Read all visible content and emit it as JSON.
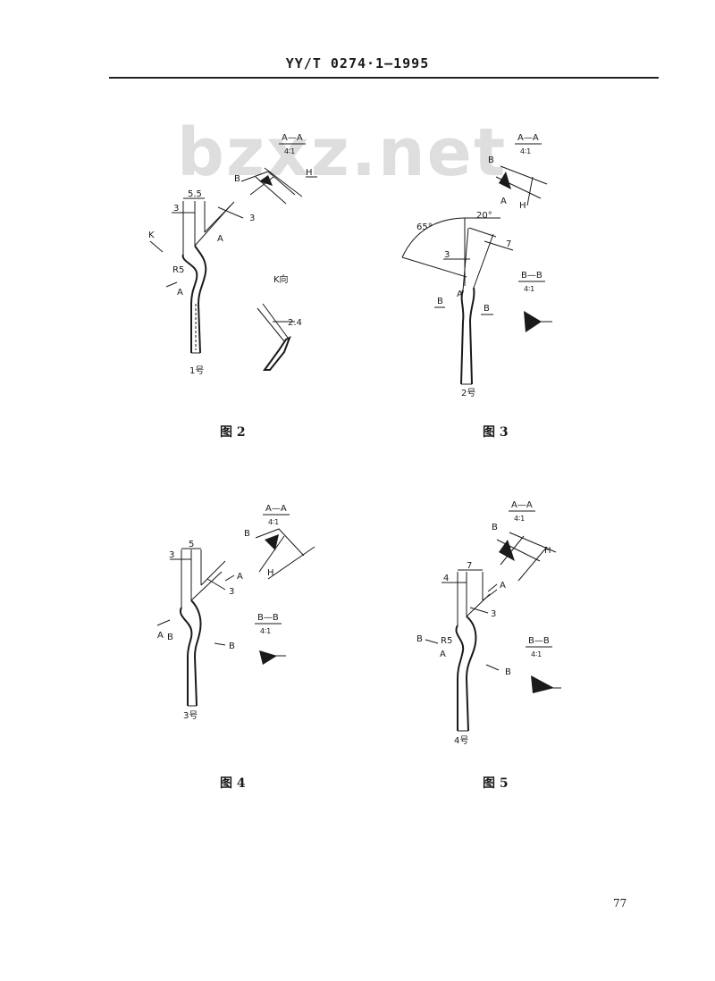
{
  "header": {
    "standard": "YY/T 0274·1—1995"
  },
  "watermark": "bzxz.net",
  "figures": [
    {
      "caption": "图 2",
      "number_label": "1号",
      "labels": {
        "section_aa": "A—A",
        "scale_aa": "4∶1",
        "b": "B",
        "h": "H",
        "k": "K",
        "a": "A",
        "r5": "R5",
        "k_view": "K向",
        "dim_55": "5.5",
        "dim_3a": "3",
        "dim_3b": "3",
        "dim_24": "2.4"
      }
    },
    {
      "caption": "图 3",
      "number_label": "2号",
      "labels": {
        "section_aa": "A—A",
        "scale_aa": "4∶1",
        "section_bb": "B—B",
        "scale_bb": "4∶1",
        "b": "B",
        "h": "H",
        "a": "A",
        "angle_65": "65°",
        "angle_20": "20°",
        "dim_7": "7",
        "dim_3": "3"
      }
    },
    {
      "caption": "图 4",
      "number_label": "3号",
      "labels": {
        "section_aa": "A—A",
        "scale_aa": "4∶1",
        "section_bb": "B—B",
        "scale_bb": "4∶1",
        "b": "B",
        "h": "H",
        "a": "A",
        "dim_5": "5",
        "dim_3a": "3",
        "dim_3b": "3"
      }
    },
    {
      "caption": "图 5",
      "number_label": "4号",
      "labels": {
        "section_aa": "A—A",
        "scale_aa": "4∶1",
        "section_bb": "B—B",
        "scale_bb": "4∶1",
        "b": "B",
        "h": "H",
        "a": "A",
        "r5": "R5",
        "dim_7": "7",
        "dim_4": "4",
        "dim_3": "3"
      }
    }
  ],
  "page_number": "77"
}
